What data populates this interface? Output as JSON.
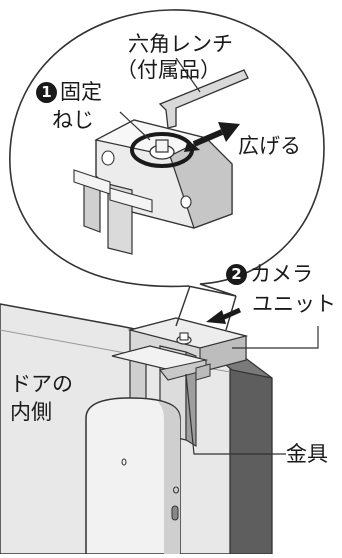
{
  "labels": {
    "hex_wrench": "六角レンチ",
    "included": "（付属品）",
    "step1_number": "1",
    "fixing_screw_line1": "固定",
    "fixing_screw_line2": "ねじ",
    "widen": "広げる",
    "step2_number": "2",
    "camera_unit_line1": "カメラ",
    "camera_unit_line2": "ユニット",
    "door_inside_line1": "ドアの",
    "door_inside_line2": "内側",
    "bracket": "金具"
  }
}
